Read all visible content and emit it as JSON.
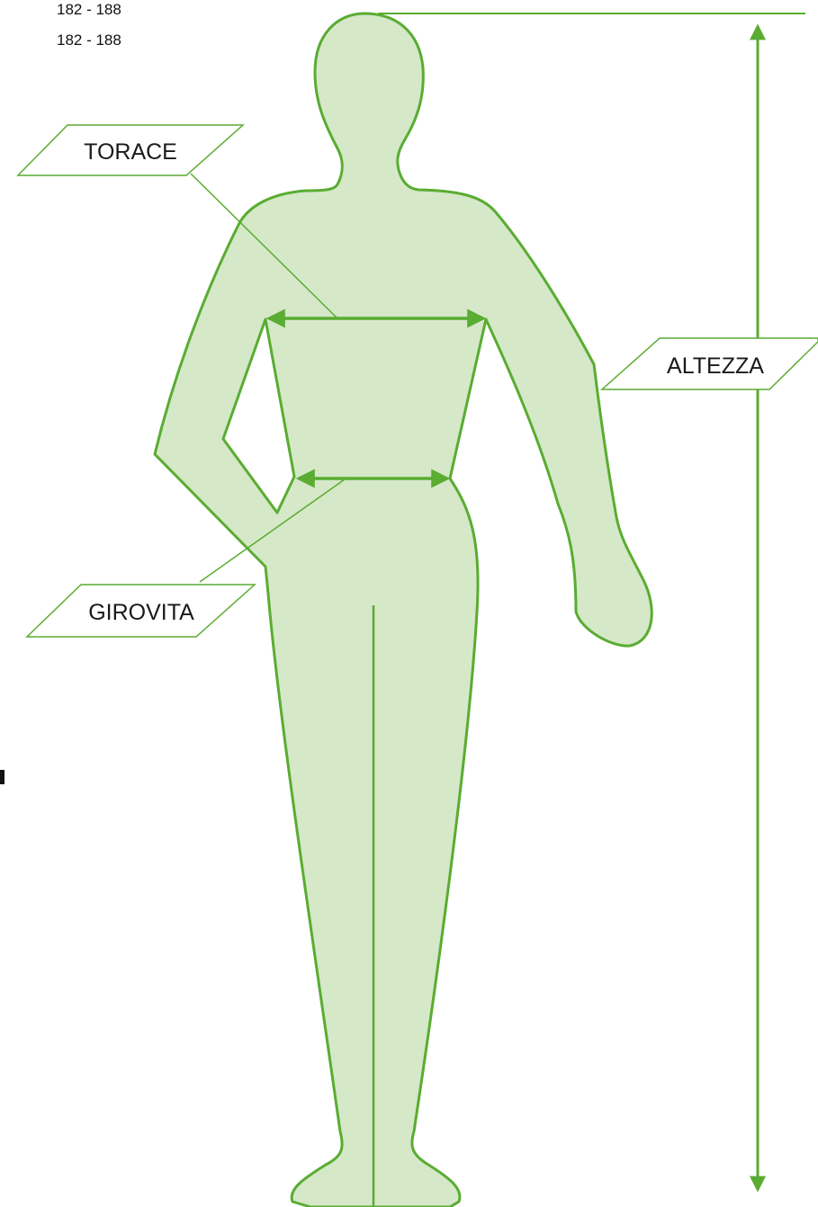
{
  "size_rows": [
    "182 - 188",
    "182 - 188"
  ],
  "labels": {
    "torace": "TORACE",
    "altezza": "ALTEZZA",
    "girovita": "GIROVITA"
  },
  "colors": {
    "stroke": "#5aac32",
    "fill": "#d5e8c8",
    "text": "#1a1a1a"
  }
}
